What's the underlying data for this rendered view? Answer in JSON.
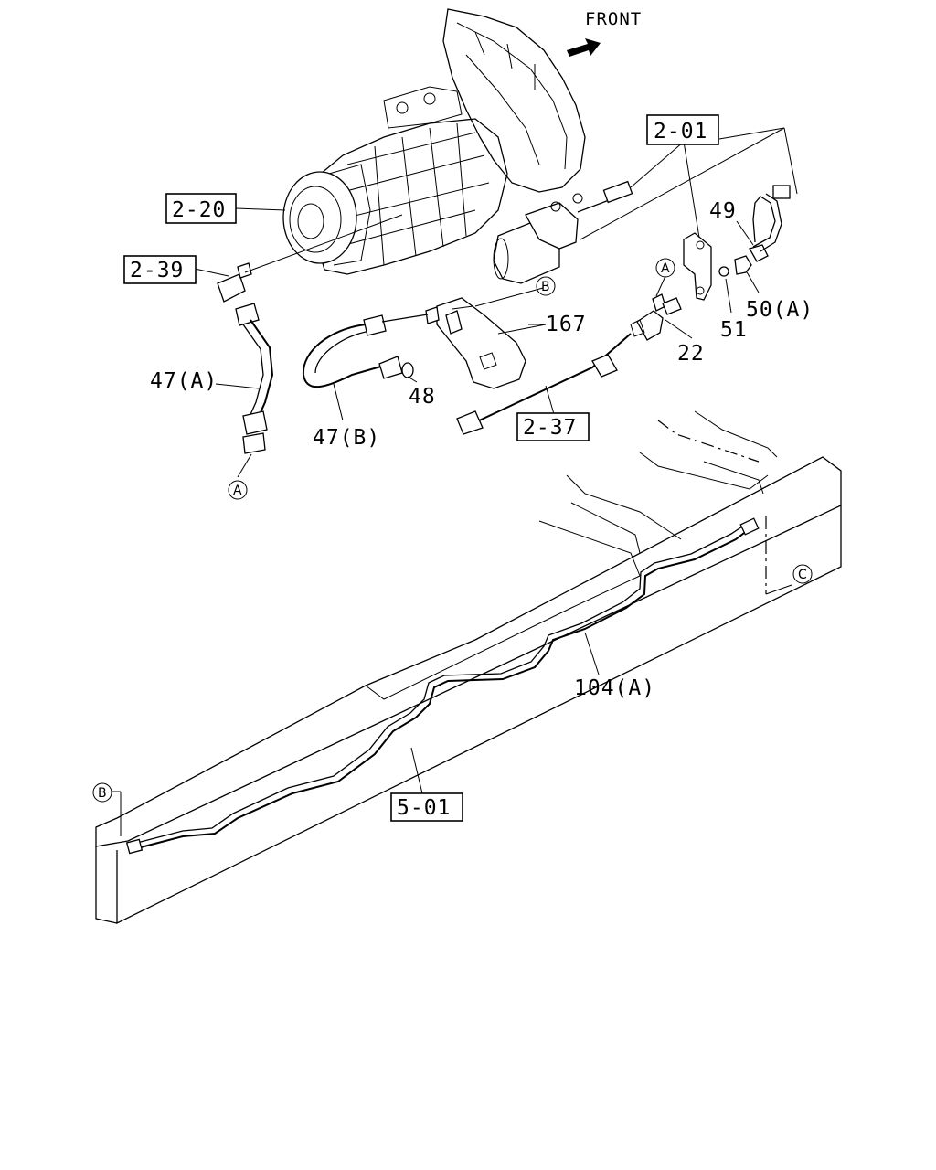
{
  "front_label": "FRONT",
  "ref_boxes": {
    "r201": "2-01",
    "r220": "2-20",
    "r239": "2-39",
    "r237": "2-37",
    "r501": "5-01"
  },
  "part_labels": {
    "p49": "49",
    "p50a": "50(A)",
    "p51": "51",
    "p22": "22",
    "p167": "167",
    "p47a": "47(A)",
    "p47b": "47(B)",
    "p48": "48",
    "p104a": "104(A)"
  },
  "circle_markers": {
    "a_top": "A",
    "a_bottom": "A",
    "b_top": "B",
    "b_bottom": "B",
    "c": "C"
  }
}
